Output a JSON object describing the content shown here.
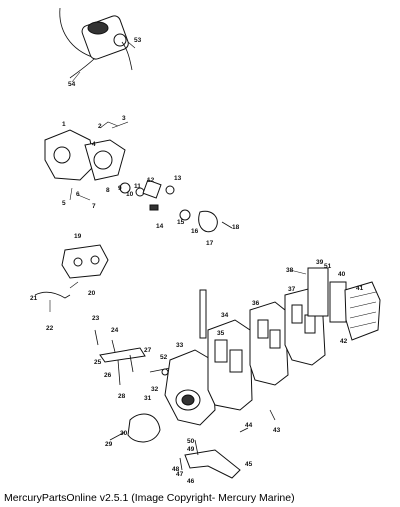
{
  "caption": "MercuryPartsOnline v2.5.1 (Image Copyright- Mercury Marine)",
  "callouts": [
    "1",
    "2",
    "3",
    "4",
    "5",
    "6",
    "7",
    "8",
    "9",
    "10",
    "11",
    "12",
    "13",
    "14",
    "15",
    "16",
    "17",
    "18",
    "19",
    "20",
    "21",
    "22",
    "23",
    "24",
    "25",
    "26",
    "27",
    "28",
    "29",
    "30",
    "31",
    "32",
    "33",
    "34",
    "35",
    "36",
    "37",
    "38",
    "39",
    "40",
    "41",
    "42",
    "43",
    "44",
    "45",
    "46",
    "47",
    "48",
    "49",
    "50",
    "51",
    "52",
    "53",
    "54"
  ]
}
